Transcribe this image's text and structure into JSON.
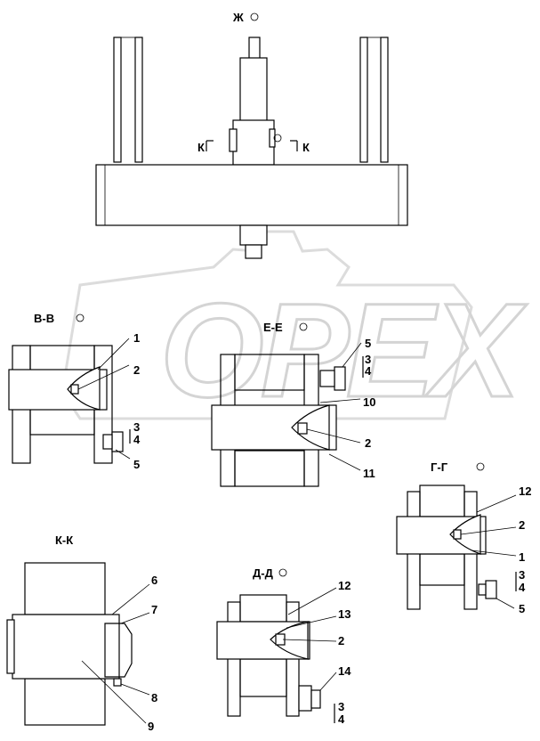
{
  "views": {
    "main": "Ж",
    "vv": "В-В",
    "ee": "Е-Е",
    "gg": "Г-Г",
    "kk": "К-К",
    "dd": "Д-Д",
    "section_mark": "К"
  },
  "callouts": {
    "vv": [
      "1",
      "2",
      "3",
      "4",
      "5"
    ],
    "ee": [
      "5",
      "3",
      "4",
      "10",
      "2",
      "11"
    ],
    "gg": [
      "12",
      "2",
      "1",
      "3",
      "4",
      "5"
    ],
    "kk": [
      "6",
      "7",
      "8",
      "9"
    ],
    "dd": [
      "12",
      "13",
      "2",
      "14",
      "3",
      "4"
    ]
  },
  "watermark": "OPEX"
}
